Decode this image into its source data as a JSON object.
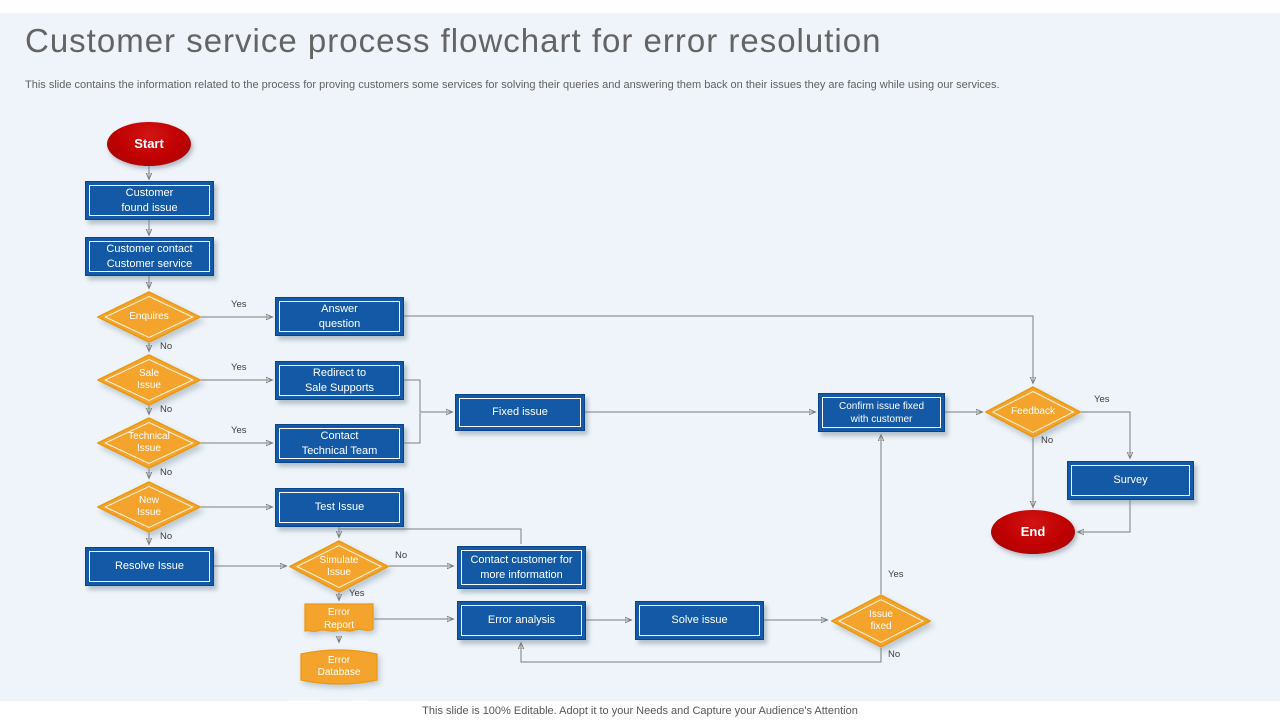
{
  "slide": {
    "title": "Customer service process flowchart for error resolution",
    "subtitle": "This slide contains the information related to the process for proving customers some services for solving their queries and answering them back on their issues they are facing while using  our services.",
    "footer": "This slide is 100% Editable. Adopt it to your Needs and Capture your Audience's Attention"
  },
  "colors": {
    "process_fill": "#1459a6",
    "decision_fill": "#f4a42c",
    "terminator_fill": "#c00000",
    "connector": "#7d7d7d",
    "slide_background": "#eef4f9"
  },
  "nodes": {
    "start": {
      "type": "terminator",
      "label": "Start"
    },
    "customer_found_issue": {
      "type": "process",
      "label": "Customer\nfound issue"
    },
    "customer_contact": {
      "type": "process",
      "label": "Customer contact\nCustomer service"
    },
    "enquires": {
      "type": "decision",
      "label": "Enquires"
    },
    "answer_question": {
      "type": "process",
      "label": "Answer\nquestion"
    },
    "sale_issue": {
      "type": "decision",
      "label": "Sale\nIssue"
    },
    "redirect_sale": {
      "type": "process",
      "label": "Redirect to\nSale Supports"
    },
    "technical_issue": {
      "type": "decision",
      "label": "Technical\nIssue"
    },
    "contact_technical": {
      "type": "process",
      "label": "Contact\nTechnical Team"
    },
    "new_issue": {
      "type": "decision",
      "label": "New\nIssue"
    },
    "test_issue": {
      "type": "process",
      "label": "Test Issue"
    },
    "resolve_issue": {
      "type": "process",
      "label": "Resolve Issue"
    },
    "simulate_issue": {
      "type": "decision",
      "label": "Simulate\nIssue"
    },
    "contact_customer": {
      "type": "process",
      "label": "Contact customer for\nmore information"
    },
    "error_report": {
      "type": "document",
      "label": "Error\nReport"
    },
    "error_database": {
      "type": "stored-data",
      "label": "Error\nDatabase"
    },
    "error_analysis": {
      "type": "process",
      "label": "Error analysis"
    },
    "solve_issue": {
      "type": "process",
      "label": "Solve issue"
    },
    "issue_fixed": {
      "type": "decision",
      "label": "Issue\nfixed"
    },
    "fixed_issue": {
      "type": "process",
      "label": "Fixed issue"
    },
    "confirm_fixed": {
      "type": "process",
      "label": "Confirm issue fixed\nwith customer"
    },
    "feedback": {
      "type": "decision",
      "label": "Feedback"
    },
    "survey": {
      "type": "process",
      "label": "Survey"
    },
    "end": {
      "type": "terminator",
      "label": "End"
    }
  },
  "edge_labels": {
    "enquires_yes": "Yes",
    "enquires_no": "No",
    "sale_yes": "Yes",
    "sale_no": "No",
    "technical_yes": "Yes",
    "technical_no": "No",
    "new_no": "No",
    "simulate_no": "No",
    "simulate_yes": "Yes",
    "issue_fixed_yes": "Yes",
    "issue_fixed_no": "No",
    "feedback_yes": "Yes",
    "feedback_no": "No"
  }
}
